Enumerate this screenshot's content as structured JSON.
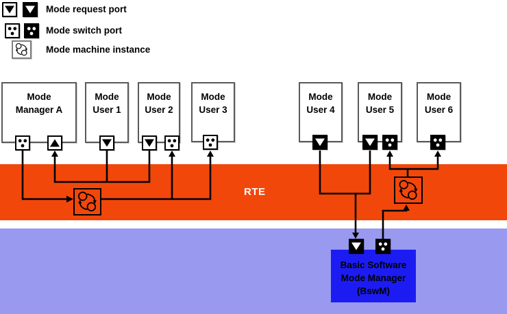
{
  "legend": {
    "items": [
      {
        "id": "mode-request-port",
        "label": "Mode request port"
      },
      {
        "id": "mode-switch-port",
        "label": "Mode switch port"
      },
      {
        "id": "mode-machine-instance",
        "label": "Mode machine instance"
      }
    ]
  },
  "layers": {
    "rte": {
      "label": "RTE",
      "color": "#F2470B"
    },
    "bsw": {
      "color": "#9999F0"
    },
    "gap_color": "#FFFFFF"
  },
  "components": [
    {
      "id": "mode-manager-a",
      "lines": [
        "Mode",
        "Manager A"
      ],
      "ports": [
        {
          "kind": "mode-switch",
          "variant": "light"
        },
        {
          "kind": "mode-request",
          "variant": "light",
          "direction": "up"
        }
      ]
    },
    {
      "id": "mode-user-1",
      "lines": [
        "Mode",
        "User 1"
      ],
      "ports": [
        {
          "kind": "mode-request",
          "variant": "light",
          "direction": "down"
        }
      ]
    },
    {
      "id": "mode-user-2",
      "lines": [
        "Mode",
        "User 2"
      ],
      "ports": [
        {
          "kind": "mode-request",
          "variant": "light",
          "direction": "down"
        },
        {
          "kind": "mode-switch",
          "variant": "light"
        }
      ]
    },
    {
      "id": "mode-user-3",
      "lines": [
        "Mode",
        "User 3"
      ],
      "ports": [
        {
          "kind": "mode-switch",
          "variant": "light"
        }
      ]
    },
    {
      "id": "mode-user-4",
      "lines": [
        "Mode",
        "User 4"
      ],
      "ports": [
        {
          "kind": "mode-request",
          "variant": "dark",
          "direction": "down"
        }
      ]
    },
    {
      "id": "mode-user-5",
      "lines": [
        "Mode",
        "User 5"
      ],
      "ports": [
        {
          "kind": "mode-request",
          "variant": "dark",
          "direction": "down"
        },
        {
          "kind": "mode-switch",
          "variant": "dark"
        }
      ]
    },
    {
      "id": "mode-user-6",
      "lines": [
        "Mode",
        "User 6"
      ],
      "ports": [
        {
          "kind": "mode-switch",
          "variant": "dark"
        }
      ]
    }
  ],
  "bswm": {
    "id": "bswm",
    "lines": [
      "Basic Software",
      "Mode Manager",
      "(BswM)"
    ],
    "color": "#1C1CF2",
    "ports": [
      {
        "kind": "mode-request",
        "variant": "dark",
        "direction": "down"
      },
      {
        "kind": "mode-switch",
        "variant": "dark"
      }
    ]
  },
  "machine_instances": [
    {
      "id": "mode-machine-left"
    },
    {
      "id": "mode-machine-right"
    }
  ]
}
